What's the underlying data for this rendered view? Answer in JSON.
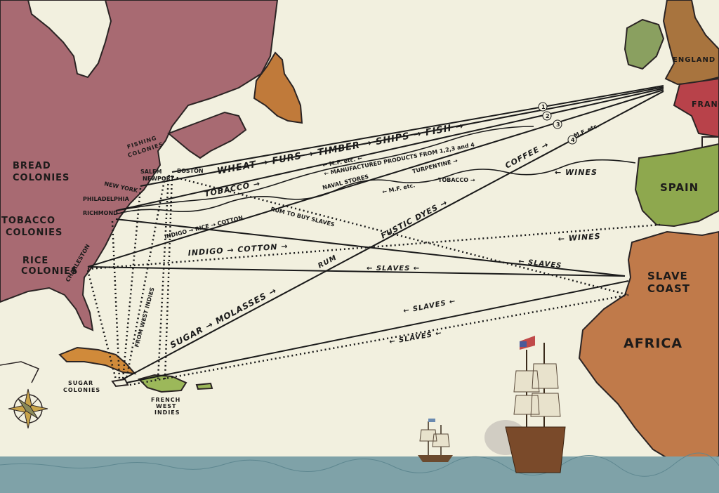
{
  "colors": {
    "colonies": "#a86a72",
    "newfoundland": "#c07a3a",
    "ireland": "#8aa060",
    "england": "#a8743e",
    "france": "#b8424a",
    "spain": "#8ea84e",
    "africa": "#c07a4a",
    "sea": "#7fa2a8",
    "paper": "#f2f0df"
  },
  "regions": {
    "bread_colonies": [
      "BREAD",
      "COLONIES"
    ],
    "tobacco_colonies": [
      "TOBACCO",
      "COLONIES"
    ],
    "rice_colonies": [
      "RICE",
      "COLONIES"
    ],
    "fishing_colonies": [
      "FISHING",
      "COLONIES"
    ],
    "sugar_colonies": [
      "SUGAR",
      "COLONIES"
    ],
    "french_west_indies": [
      "FRENCH",
      "WEST",
      "INDIES"
    ],
    "england": "ENGLAND",
    "france": "FRANCE",
    "spain": "SPAIN",
    "slave_coast": [
      "SLAVE",
      "COAST"
    ],
    "africa": "AFRICA"
  },
  "cities": {
    "boston": "BOSTON",
    "salem": "SALEM",
    "newport": "NEWPORT",
    "new_york": "NEW YORK",
    "philadelphia": "PHILADELPHIA",
    "richmond": "RICHMOND",
    "charleston": "CHARLESTON"
  },
  "trade_labels": {
    "wheat_furs": "WHEAT → FURS → TIMBER → SHIPS → FISH →",
    "mf_etc_1": "← M.F. etc. ←",
    "manufactured": "← MANUFACTURED PRODUCTS FROM 1,2,3 and 4",
    "tobacco_1": "TOBACCO →",
    "naval_stores": "NAVAL STORES",
    "turpentine": "TURPENTINE →",
    "mf_etc_2": "← M.F. etc.",
    "tobacco_2": "TOBACCO →",
    "coffee": "COFFEE →",
    "mf_etc_4": "← M.F. etc.",
    "wines_1": "← WINES",
    "indigo_rice_cotton": "INDIGO → RICE → COTTON",
    "rum_to_buy_slaves": "RUM TO BUY SLAVES",
    "fustic_dyes": "FUSTIC DYES →",
    "indigo_cotton": "INDIGO → COTTON →",
    "wines_2": "← WINES",
    "rum": "RUM",
    "slaves_1": "← SLAVES",
    "slaves_2": "← SLAVES ←",
    "sugar_molasses": "SUGAR → MOLASSES →",
    "slaves_3": "← SLAVES ←",
    "slaves_4": "← SLAVES ←",
    "from_west_indies": "FROM WEST INDIES",
    "circle_1": "1",
    "circle_2": "2",
    "circle_3": "3",
    "circle_4": "4"
  }
}
